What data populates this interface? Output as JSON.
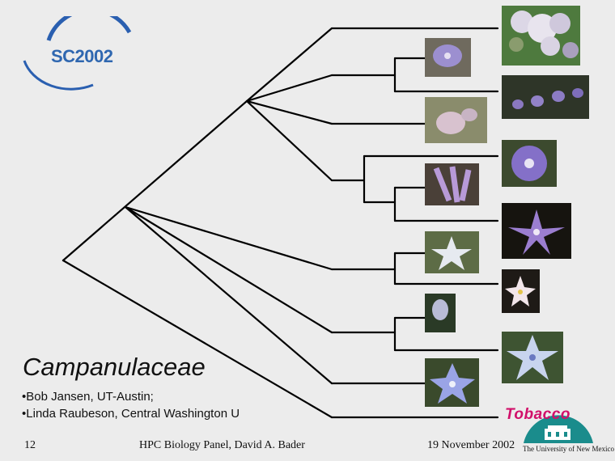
{
  "slide": {
    "logo": {
      "text": "SC2002"
    },
    "title": "Campanulaceae",
    "bullets": [
      "Bob Jansen, UT-Austin;",
      "Linda Raubeson, Central Washington U"
    ],
    "footer": {
      "page_number": "12",
      "center_text": "HPC Biology Panel,  David A. Bader",
      "date": "19 November 2002"
    },
    "outgroup_label": "Tobacco",
    "university": "The University of New Mexico"
  },
  "colors": {
    "background": "#ececec",
    "tree_line": "#000000",
    "logo_blue": "#2f67b0",
    "tobacco_pink": "#d1106a",
    "unm_teal": "#1a8c8c"
  }
}
